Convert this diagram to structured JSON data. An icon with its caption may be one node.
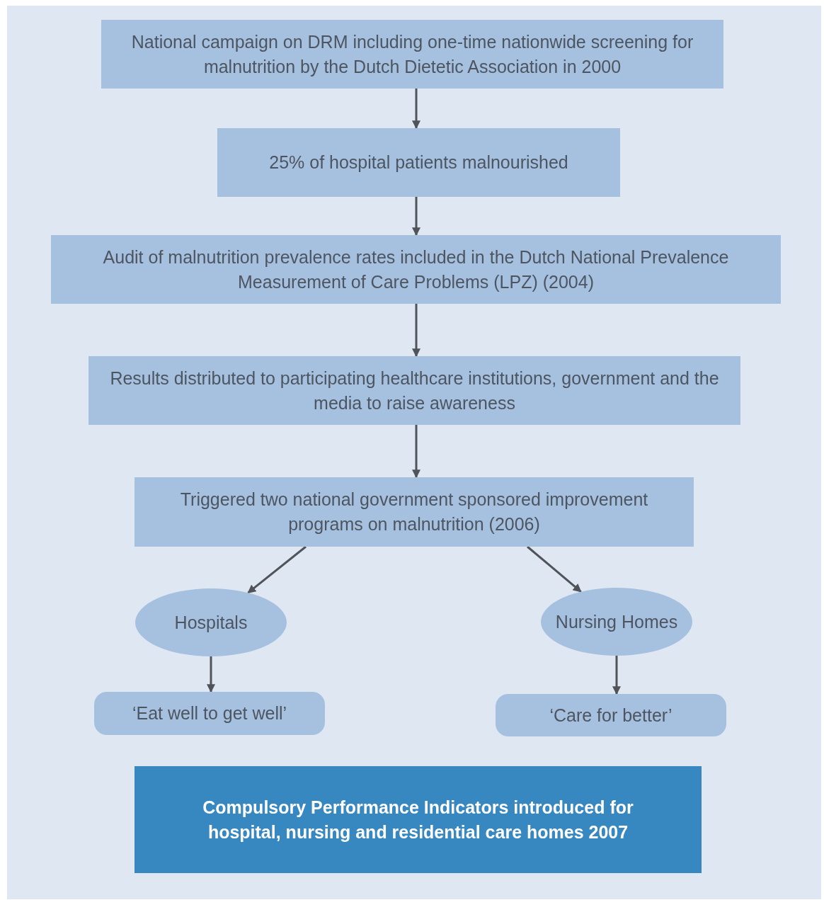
{
  "diagram": {
    "nodes": [
      {
        "text": [
          "National campaign on DRM including one-time nationwide screening for malnutrition by the Dutch Dietetic Association in 2000"
        ]
      },
      {
        "text": [
          "25% of hospital patients malnourished"
        ]
      },
      {
        "text": [
          "Audit of malnutrition prevalence rates included in the Dutch National Prevalence Measurement of Care Problems (LPZ) (2004)"
        ]
      },
      {
        "text": [
          "Results distributed to participating healthcare institutions, government and the media to raise awareness"
        ]
      },
      {
        "text": [
          "Triggered two national government sponsored improvement programs on malnutrition (2006)"
        ]
      },
      {
        "text": [
          "Hospitals"
        ]
      },
      {
        "text": [
          "Nursing Homes"
        ]
      },
      {
        "text": [
          "‘Eat well to get well’"
        ]
      },
      {
        "text": [
          "‘Care for better’"
        ]
      },
      {
        "text": [
          "Compulsory Performance Indicators introduced for hospital, nursing and residential care homes 2007"
        ]
      }
    ],
    "edges": [
      {
        "from": 0,
        "to": 1,
        "arrow": "to"
      },
      {
        "from": 1,
        "to": 2,
        "arrow": "to"
      },
      {
        "from": 2,
        "to": 3,
        "arrow": "to"
      },
      {
        "from": 3,
        "to": 4,
        "arrow": "to"
      },
      {
        "from": 4,
        "to": 5,
        "arrow": "to"
      },
      {
        "from": 4,
        "to": 6,
        "arrow": "to"
      },
      {
        "from": 5,
        "to": 7,
        "arrow": "to"
      },
      {
        "from": 6,
        "to": 8,
        "arrow": "to"
      }
    ]
  }
}
